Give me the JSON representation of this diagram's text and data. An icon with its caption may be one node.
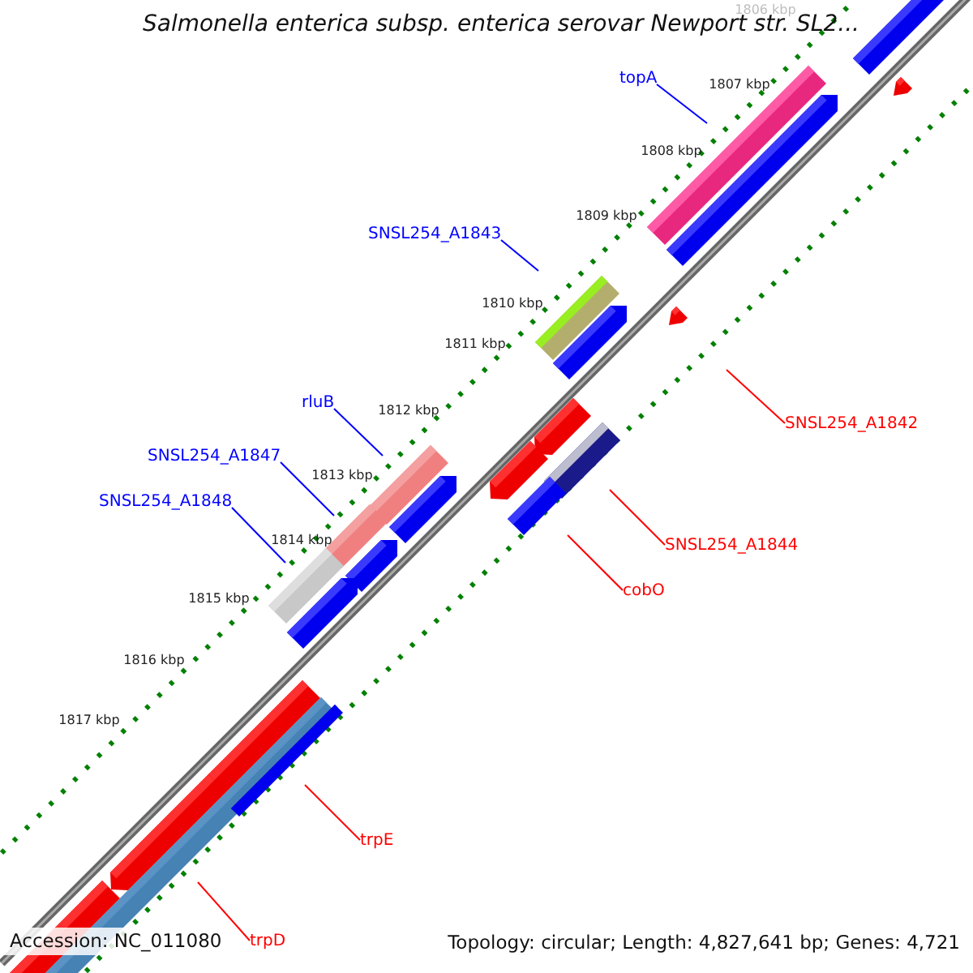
{
  "diagram": {
    "title": "Salmonella enterica subsp. enterica serovar Newport str. SL2...",
    "nodes": [
      {
        "text": [
          "topA"
        ]
      },
      {
        "text": [
          "SNSL254_A1843"
        ]
      },
      {
        "text": [
          "rluB"
        ]
      },
      {
        "text": [
          "SNSL254_A1847"
        ]
      },
      {
        "text": [
          "SNSL254_A1848"
        ]
      },
      {
        "text": [
          "SNSL254_A1842"
        ]
      },
      {
        "text": [
          "SNSL254_A1844"
        ]
      },
      {
        "text": [
          "cobO"
        ]
      },
      {
        "text": [
          "trpE"
        ]
      },
      {
        "text": [
          "trpD"
        ]
      }
    ],
    "edges": [
      {
        "from": 0,
        "to": null,
        "arrow": "none",
        "color": "#0000ff"
      },
      {
        "from": 1,
        "to": null,
        "arrow": "none",
        "color": "#0000ff"
      },
      {
        "from": 2,
        "to": null,
        "arrow": "none",
        "color": "#0000ff"
      },
      {
        "from": 3,
        "to": null,
        "arrow": "none",
        "color": "#0000ff"
      },
      {
        "from": 4,
        "to": null,
        "arrow": "none",
        "color": "#0000ff"
      },
      {
        "from": 5,
        "to": null,
        "arrow": "none",
        "color": "#ff0000"
      },
      {
        "from": 6,
        "to": null,
        "arrow": "none",
        "color": "#ff0000"
      },
      {
        "from": 7,
        "to": null,
        "arrow": "none",
        "color": "#ff0000"
      },
      {
        "from": 8,
        "to": null,
        "arrow": "none",
        "color": "#ff0000"
      },
      {
        "from": 9,
        "to": null,
        "arrow": "none",
        "color": "#ff0000"
      }
    ],
    "labels": [
      "1806 kbp",
      "1807 kbp",
      "1808 kbp",
      "1809 kbp",
      "1810 kbp",
      "1811 kbp",
      "1812 kbp",
      "1813 kbp",
      "1814 kbp",
      "1815 kbp",
      "1816 kbp",
      "1817 kbp",
      "Accession: NC_011080",
      "Topology: circular; Length: 4,827,641 bp; Genes: 4,721"
    ]
  }
}
